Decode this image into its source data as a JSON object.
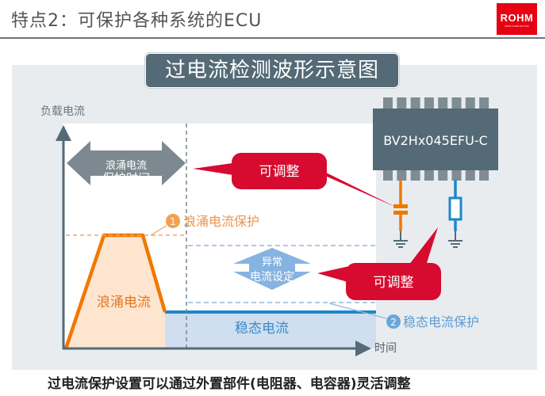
{
  "slide": {
    "title": "特点2：可保护各种系统的ECU",
    "logo": {
      "brand": "ROHM",
      "sub": "SEMICONDUCTOR",
      "color": "#e60012"
    },
    "caption": "过电流保护设置可以通过外置部件(电阻器、电容器)灵活调整"
  },
  "diagram": {
    "title": "过电流检测波形示意图",
    "y_axis_label": "负载电流",
    "x_axis_label": "时间",
    "surge_protect_time": {
      "line1": "浪涌电流",
      "line2": "保护时间"
    },
    "adjustable_callout_1": "可调整",
    "adjustable_callout_2": "可调整",
    "surge_protection": {
      "number": "1",
      "label": "浪涌电流保护"
    },
    "steady_protection": {
      "number": "2",
      "label": "稳态电流保护"
    },
    "surge_current_label": "浪涌电流",
    "steady_current_label": "稳态电流",
    "abnormal_setting": {
      "line1": "异常",
      "line2": "电流设定"
    },
    "chip": {
      "part_number": "BV2Hx045EFU-C",
      "pins_per_side": 8
    },
    "components": [
      {
        "type": "capacitor",
        "color": "#f07800"
      },
      {
        "type": "resistor",
        "color": "#1b88cc"
      }
    ],
    "colors": {
      "surge": "#f07800",
      "surge_fill": "#fde5d0",
      "steady": "#1b88cc",
      "steady_fill": "#cfdff0",
      "callout": "#d60b2f",
      "axis": "#546a76",
      "chip": "#546a76"
    }
  }
}
